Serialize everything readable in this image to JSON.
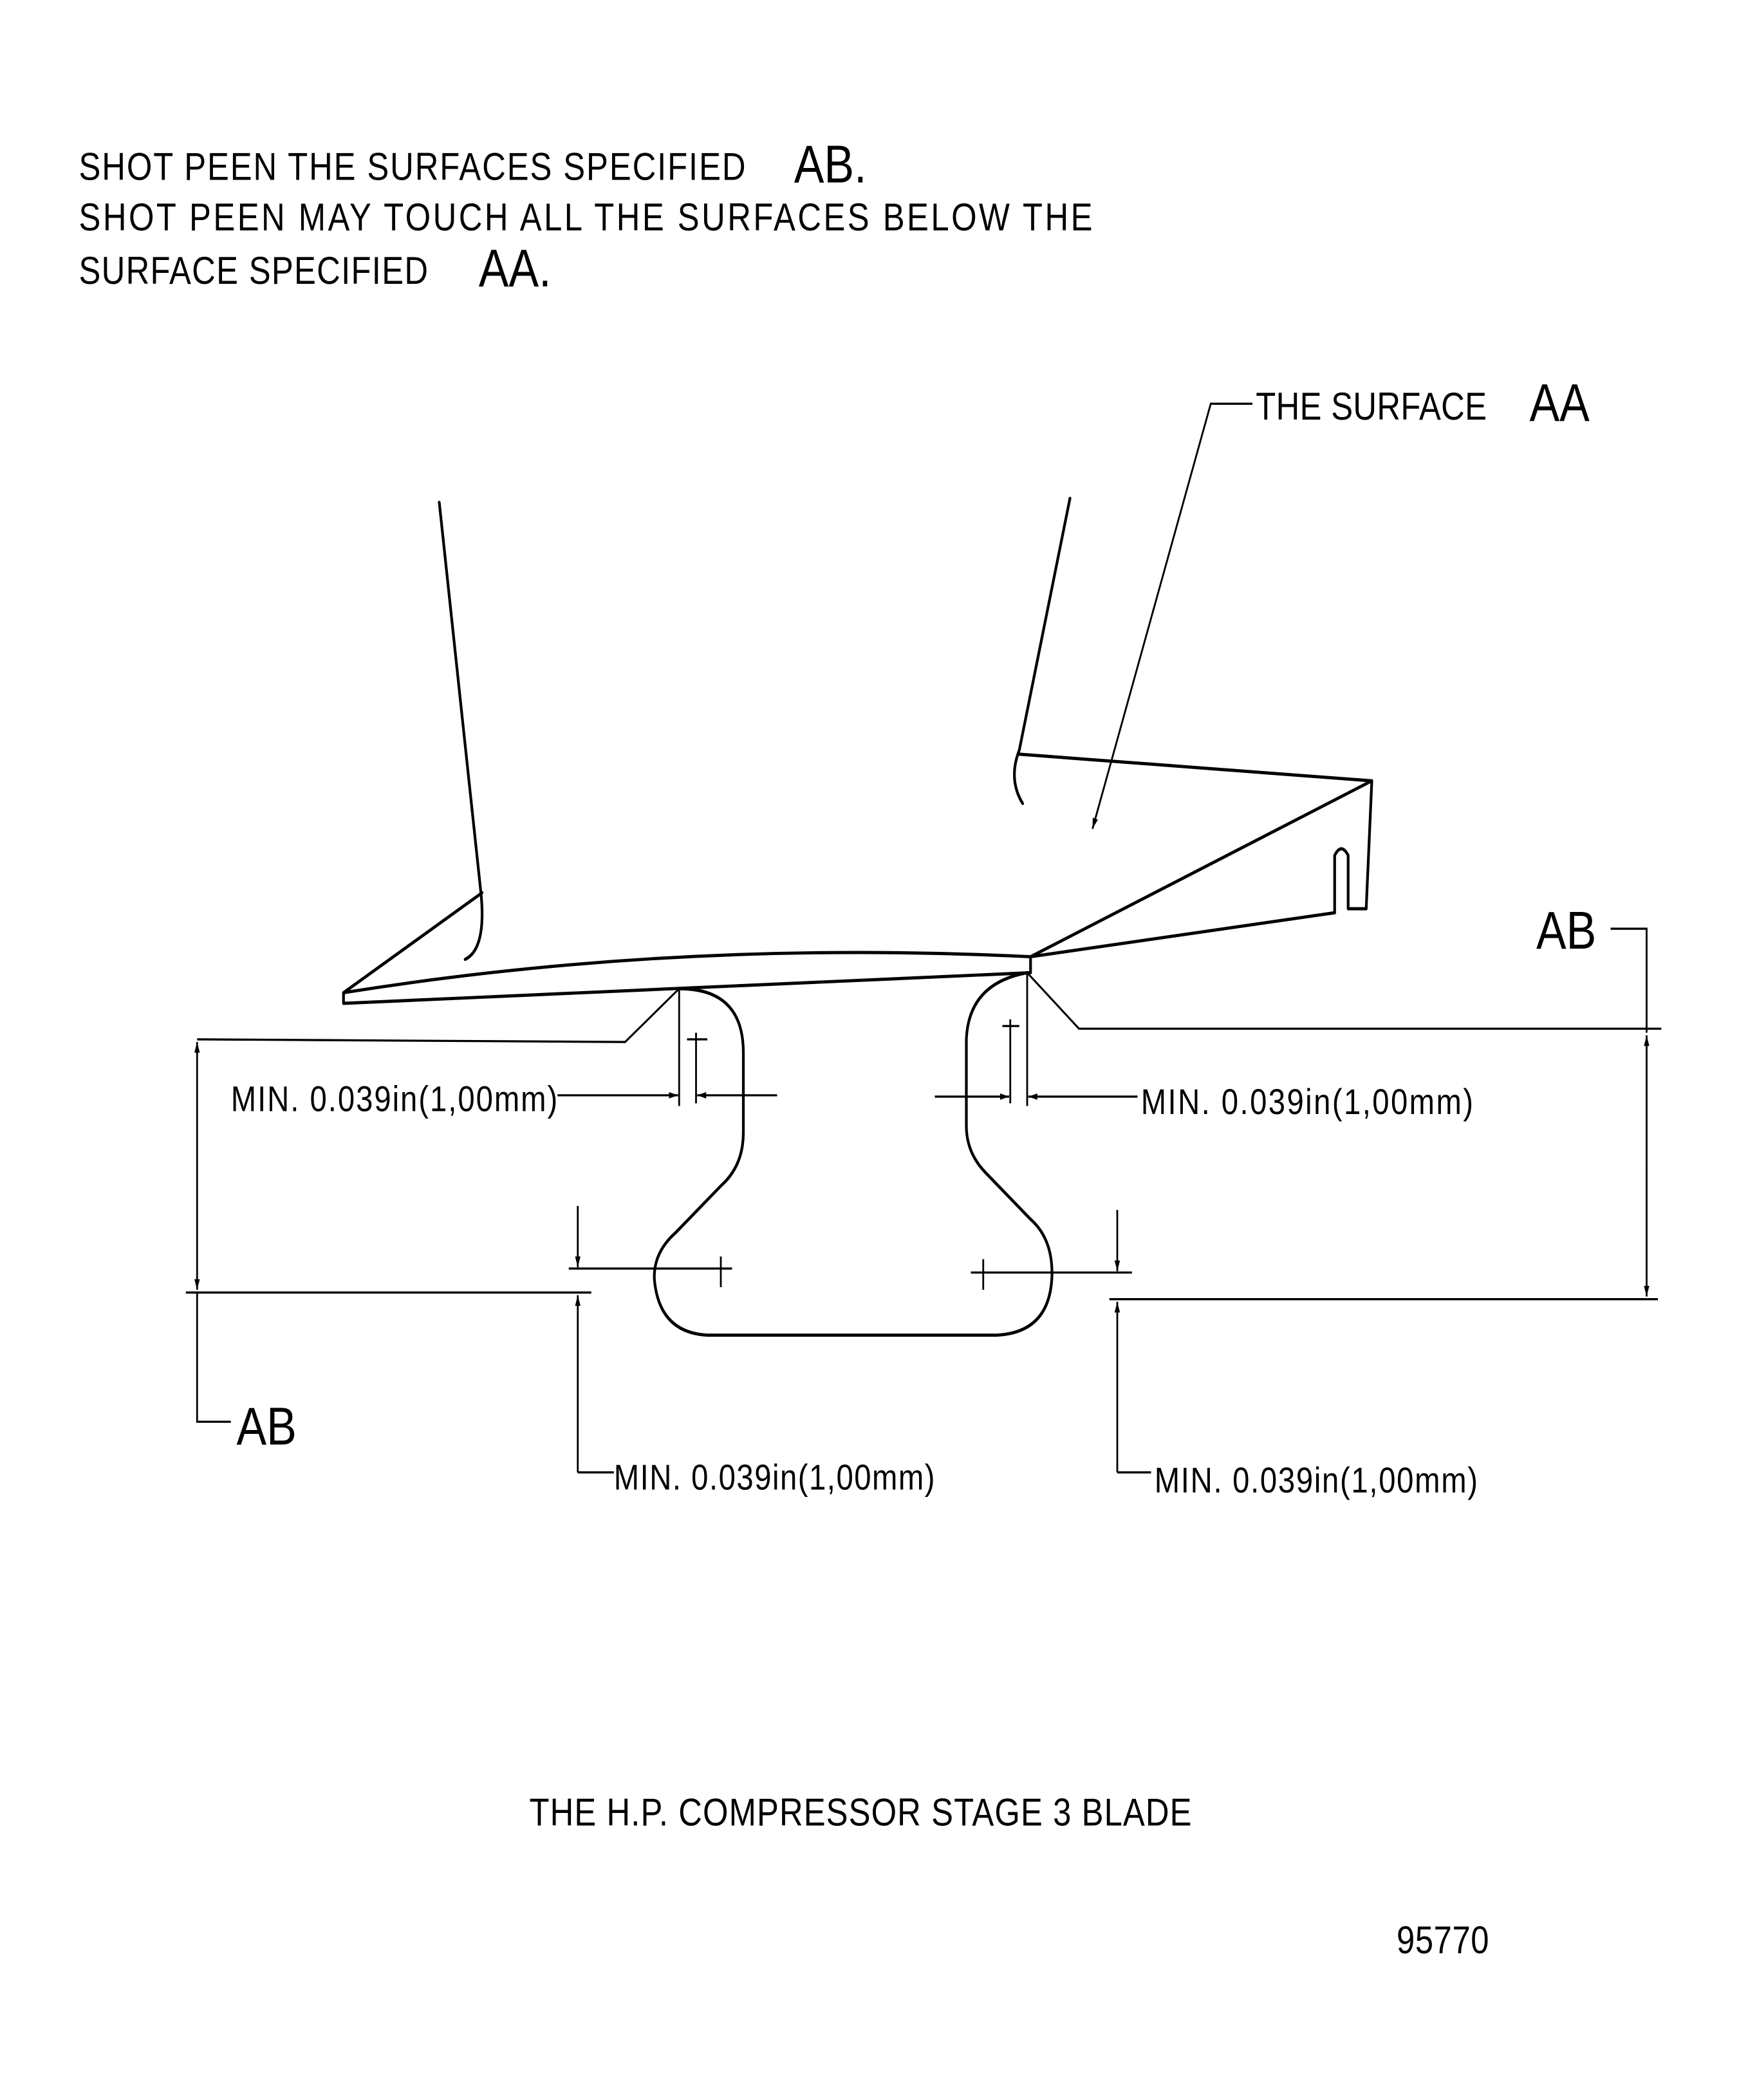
{
  "notes": {
    "line1": "SHOT PEEN THE SURFACES SPECIFIED",
    "line1_ref": "AB.",
    "line2": "SHOT PEEN MAY TOUCH  ALL THE SURFACES BELOW THE",
    "line3": "SURFACE SPECIFIED",
    "line3_ref": "AA."
  },
  "callouts": {
    "surface_label": "THE SURFACE",
    "surface_ref": "AA",
    "ab_left": "AB",
    "ab_right": "AB",
    "min_upper_left": "MIN. 0.039in(1,00mm)",
    "min_upper_right": "MIN. 0.039in(1,00mm)",
    "min_lower_left": "MIN. 0.039in(1,00mm)",
    "min_lower_right": "MIN. 0.039in(1,00mm)"
  },
  "title": "THE H.P. COMPRESSOR STAGE 3 BLADE",
  "figure_number": "95770"
}
